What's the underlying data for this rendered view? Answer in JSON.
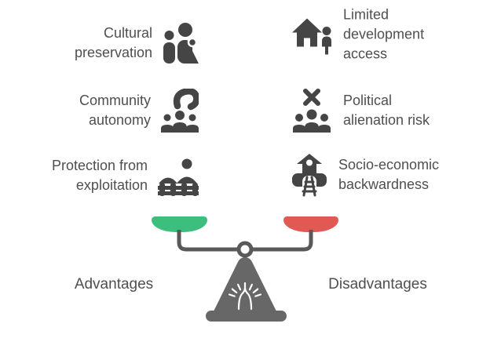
{
  "diagram": {
    "advantages": {
      "side_label": "Advantages",
      "items": [
        {
          "label": "Cultural preservation",
          "icon": "family-icon"
        },
        {
          "label": "Community autonomy",
          "icon": "question-people-icon"
        },
        {
          "label": "Protection from exploitation",
          "icon": "fence-hills-icon"
        }
      ]
    },
    "disadvantages": {
      "side_label": "Disadvantages",
      "items": [
        {
          "label": "Limited development access",
          "icon": "house-person-icon"
        },
        {
          "label": "Political alienation risk",
          "icon": "crossed-out-people-icon"
        },
        {
          "label": "Socio-economic backwardness",
          "icon": "house-railway-icon"
        }
      ]
    },
    "colors": {
      "advantages_pan": "#3cbf7c",
      "disadvantages_pan": "#e25853",
      "scale_frame": "#595959",
      "pedestal": "#676767",
      "icon": "#454545",
      "text": "#4f4f4f"
    }
  }
}
